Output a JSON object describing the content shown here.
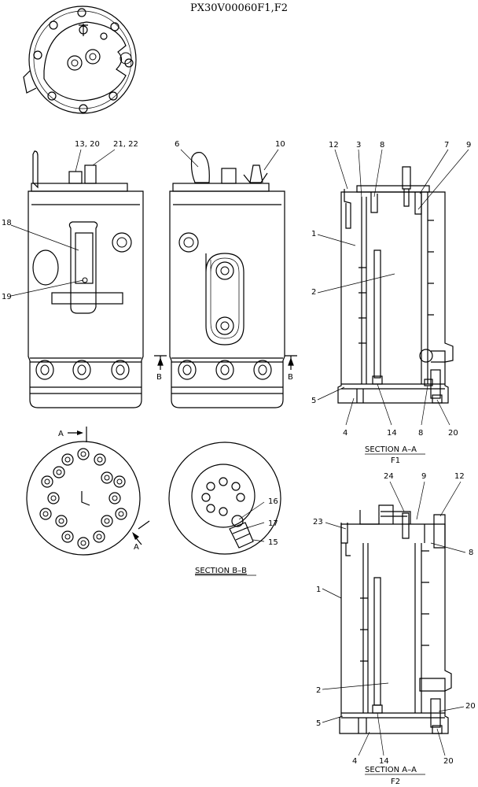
{
  "title": "PX30V00060F1,F2",
  "callouts": {
    "top_left_13_20": "13, 20",
    "top_left_21_22": "21, 22",
    "top_left_18": "18",
    "top_left_19": "19",
    "top_mid_6": "6",
    "top_mid_10": "10",
    "section_b_b": "B",
    "section_b_b2": "B",
    "a_mark": "A",
    "a_mark2": "A",
    "f1_12": "12",
    "f1_3": "3",
    "f1_8a": "8",
    "f1_7": "7",
    "f1_9": "9",
    "f1_1": "1",
    "f1_2": "2",
    "f1_5": "5",
    "f1_4": "4",
    "f1_14": "14",
    "f1_8b": "8",
    "f1_20": "20",
    "bb_16": "16",
    "bb_17": "17",
    "bb_15": "15",
    "f2_24": "24",
    "f2_9": "9",
    "f2_12": "12",
    "f2_23": "23",
    "f2_8": "8",
    "f2_1": "1",
    "f2_2": "2",
    "f2_20a": "20",
    "f2_5": "5",
    "f2_4": "4",
    "f2_14": "14",
    "f2_20b": "20"
  },
  "section_labels": {
    "f1_section": "SECTION  A–A",
    "f1_name": "F1",
    "bb_section": "SECTION  B–B",
    "f2_section": "SECTION  A–A",
    "f2_name": "F2"
  }
}
